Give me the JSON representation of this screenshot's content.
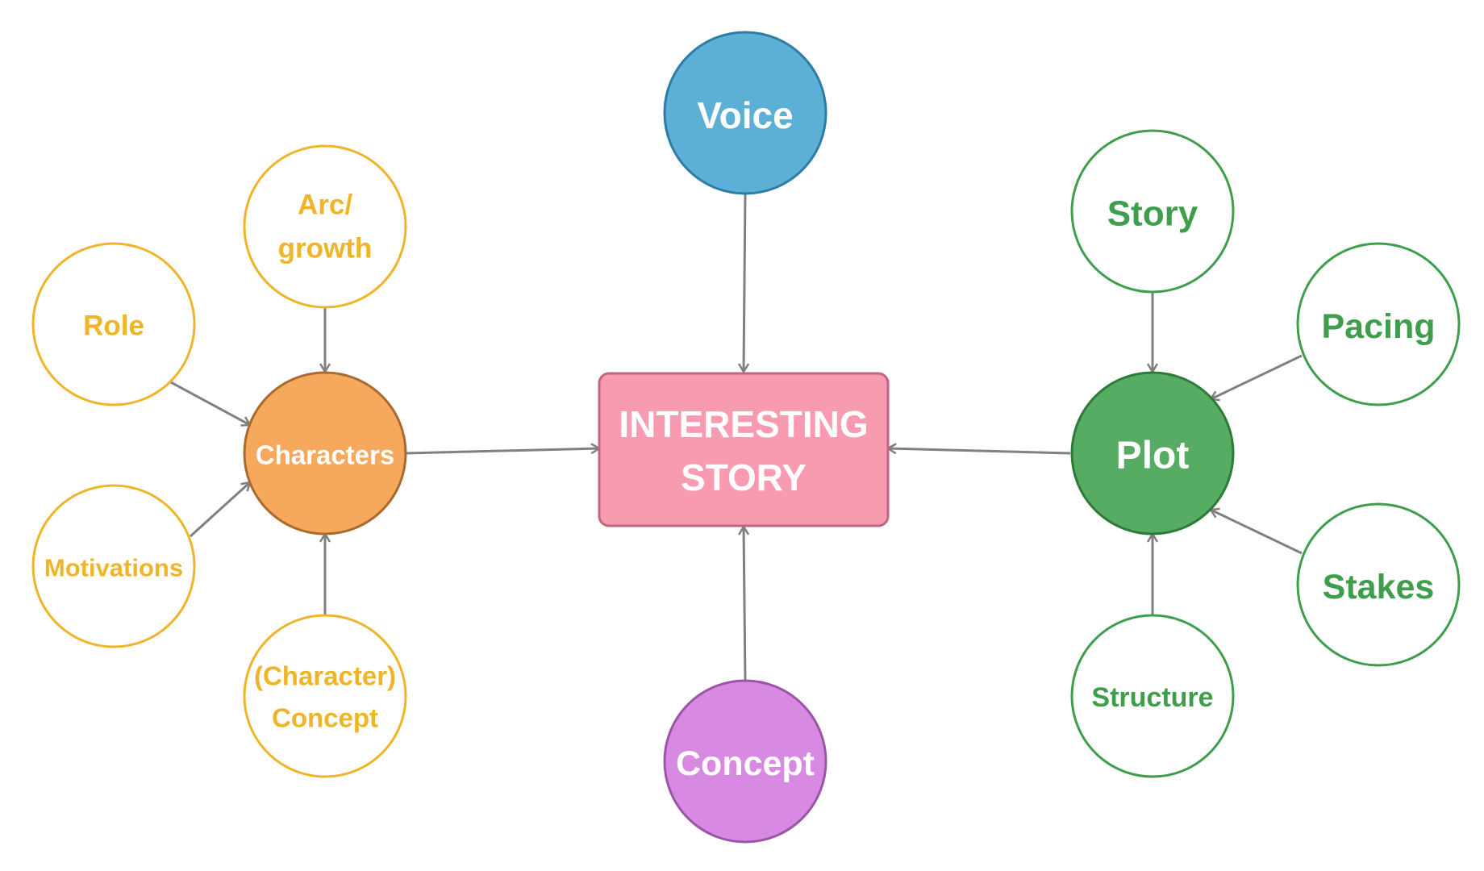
{
  "colors": {
    "characters_accent": "#F0B429",
    "characters_fill": "#F6A95D",
    "characters_stroke": "#A86A2E",
    "plot_accent": "#3E9E4B",
    "plot_fill": "#56AC62",
    "plot_stroke": "#2E7A38",
    "voice_fill": "#5CB0D6",
    "voice_stroke": "#2E7CA6",
    "concept_fill": "#D88AE3",
    "concept_stroke": "#9A55A6",
    "center_fill": "#F89BB1",
    "center_stroke": "#C06680",
    "edge": "#808080",
    "white": "#FFFFFF"
  },
  "center": {
    "line1": "INTERESTING",
    "line2": "STORY"
  },
  "hubs": {
    "voice": "Voice",
    "concept": "Concept",
    "characters": "Characters",
    "plot": "Plot"
  },
  "characters_children": {
    "arc_line1": "Arc/",
    "arc_line2": "growth",
    "role": "Role",
    "motivations": "Motivations",
    "character_concept_line1": "(Character)",
    "character_concept_line2": "Concept"
  },
  "plot_children": {
    "story": "Story",
    "pacing": "Pacing",
    "stakes": "Stakes",
    "structure": "Structure"
  }
}
